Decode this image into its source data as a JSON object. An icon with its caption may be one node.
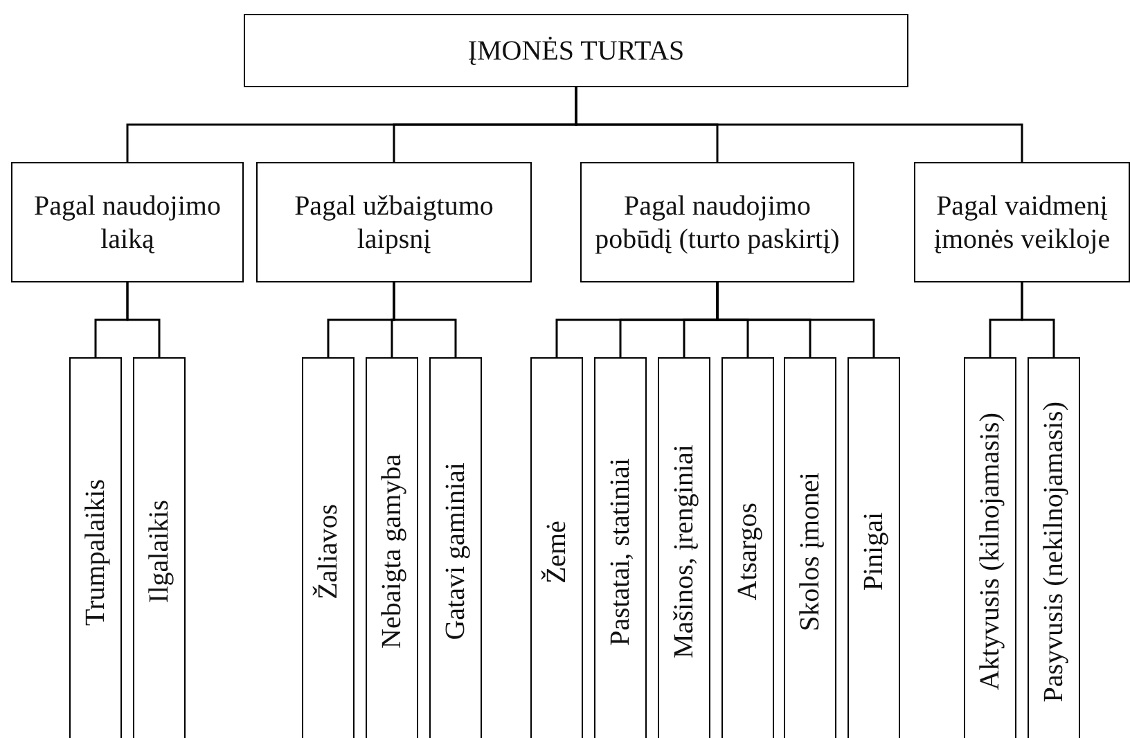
{
  "diagram": {
    "nodes": [
      {
        "text": [
          "ĮMONĖS TURTAS"
        ]
      },
      {
        "text": [
          "Pagal naudojimo laiką"
        ]
      },
      {
        "text": [
          "Pagal užbaigtumo laipsnį"
        ]
      },
      {
        "text": [
          "Pagal naudojimo pobūdį (turto paskirtį)"
        ]
      },
      {
        "text": [
          "Pagal vaidmenį įmonės veikloje"
        ]
      },
      {
        "text": [
          "Trumpalaikis"
        ]
      },
      {
        "text": [
          "Ilgalaikis"
        ]
      },
      {
        "text": [
          "Žaliavos"
        ]
      },
      {
        "text": [
          "Nebaigta gamyba"
        ]
      },
      {
        "text": [
          "Gatavi gaminiai"
        ]
      },
      {
        "text": [
          "Žemė"
        ]
      },
      {
        "text": [
          "Pastatai, statiniai"
        ]
      },
      {
        "text": [
          "Mašinos, įrenginiai"
        ]
      },
      {
        "text": [
          "Atsargos"
        ]
      },
      {
        "text": [
          "Skolos įmonei"
        ]
      },
      {
        "text": [
          "Pinigai"
        ]
      },
      {
        "text": [
          "Aktyvusis (kilnojamasis)"
        ]
      },
      {
        "text": [
          "Pasyvusis (nekilnojamasis)"
        ]
      }
    ],
    "edges": [
      {
        "from": 0,
        "to": 1,
        "arrow": "none"
      },
      {
        "from": 0,
        "to": 2,
        "arrow": "none"
      },
      {
        "from": 0,
        "to": 3,
        "arrow": "none"
      },
      {
        "from": 0,
        "to": 4,
        "arrow": "none"
      },
      {
        "from": 1,
        "to": 5,
        "arrow": "none"
      },
      {
        "from": 1,
        "to": 6,
        "arrow": "none"
      },
      {
        "from": 2,
        "to": 7,
        "arrow": "none"
      },
      {
        "from": 2,
        "to": 8,
        "arrow": "none"
      },
      {
        "from": 2,
        "to": 9,
        "arrow": "none"
      },
      {
        "from": 3,
        "to": 10,
        "arrow": "none"
      },
      {
        "from": 3,
        "to": 11,
        "arrow": "none"
      },
      {
        "from": 3,
        "to": 12,
        "arrow": "none"
      },
      {
        "from": 3,
        "to": 13,
        "arrow": "none"
      },
      {
        "from": 3,
        "to": 14,
        "arrow": "none"
      },
      {
        "from": 3,
        "to": 15,
        "arrow": "none"
      },
      {
        "from": 4,
        "to": 16,
        "arrow": "none"
      },
      {
        "from": 4,
        "to": 17,
        "arrow": "none"
      }
    ]
  }
}
